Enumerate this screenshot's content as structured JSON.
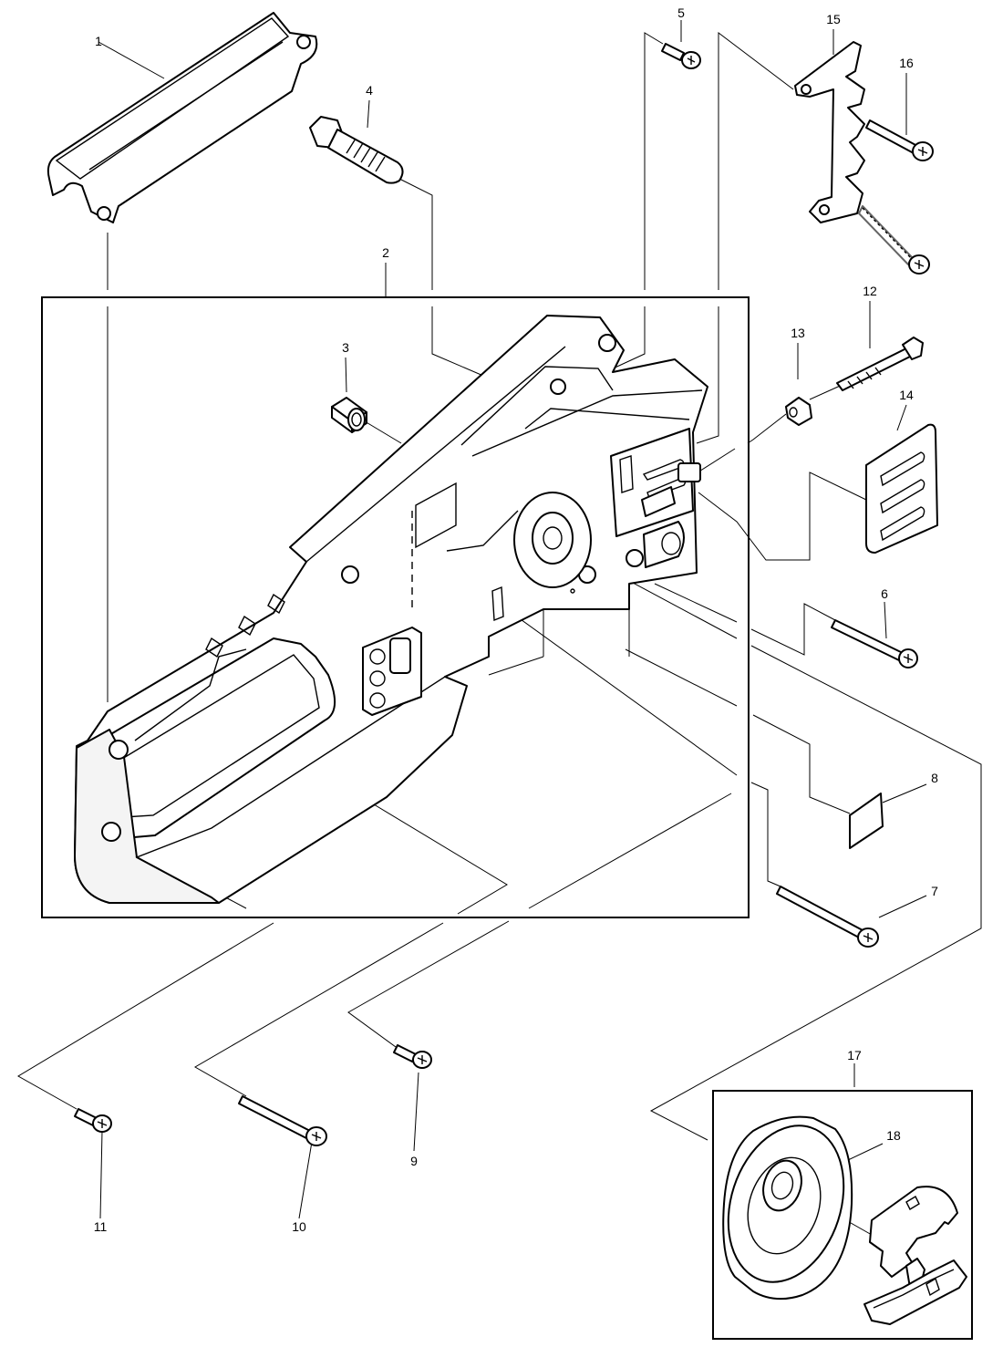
{
  "labels": {
    "part1": "1",
    "part2": "2",
    "part3": "3",
    "part4": "4",
    "part5": "5",
    "part6": "6",
    "part7": "7",
    "part8": "8",
    "part9": "9",
    "part10": "10",
    "part11": "11",
    "part12": "12",
    "part13": "13",
    "part14": "14",
    "part15": "15",
    "part16": "16",
    "part17": "17",
    "part18": "18"
  },
  "colors": {
    "line": "#000000",
    "background": "#ffffff"
  }
}
